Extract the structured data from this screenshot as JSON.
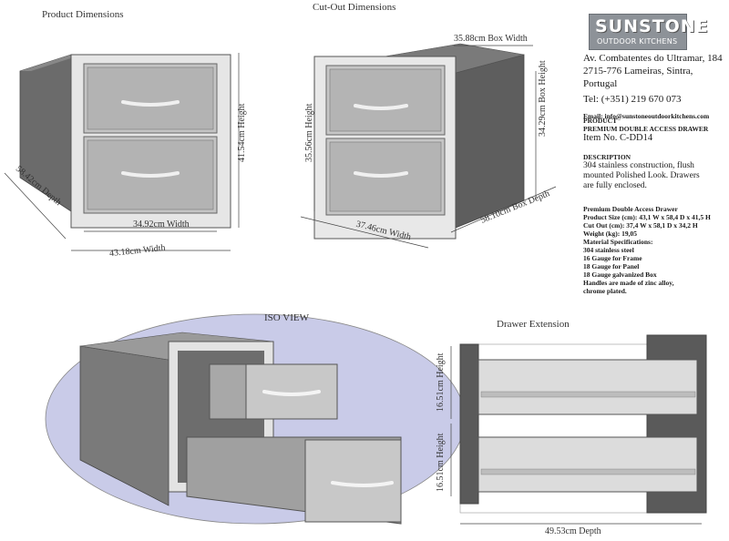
{
  "sections": {
    "product_dimensions": "Product Dimensions",
    "cutout_dimensions": "Cut-Out Dimensions",
    "iso_view": "ISO VIEW",
    "drawer_extension": "Drawer Extension"
  },
  "product_dims": {
    "height": "41.54cm Height",
    "depth": "58.42cm Depth",
    "inner_width": "34.92cm Width",
    "outer_width": "43.18cm Width"
  },
  "cutout_dims": {
    "box_width": "35.88cm Box Width",
    "height": "35.56cm Height",
    "box_height": "34.29cm Box Height",
    "width": "37.46cm Width",
    "box_depth": "58.10cm Box Depth"
  },
  "extension_dims": {
    "top_height": "16.51cm Height",
    "bottom_height": "16.51cm Height",
    "depth": "49.53cm Depth"
  },
  "brand": {
    "name": "SUNSTONE",
    "tagline": "OUTDOOR KITCHENS",
    "address_1": "Av. Combatentes do Ultramar, 184",
    "address_2": "2715-776 Lameiras, Sintra,",
    "address_3": "Portugal",
    "phone": "Tel: (+351) 219 670 073",
    "email": "Email: info@sunstoneoutdoorkitchens.com"
  },
  "product": {
    "label": "PRODUCT",
    "name": "PREMIUM DOUBLE ACCESS DRAWER",
    "item_no": "Item No. C-DD14"
  },
  "description": {
    "label": "DESCRIPTION",
    "text_1": "304 stainless construction, flush",
    "text_2": "mounted Polished Look. Drawers",
    "text_3": "are fully enclosed."
  },
  "specs": {
    "title": "Premium Double Access Drawer",
    "product_size": "Product Size (cm): 43,1 W x 58,4 D x 41,5 H",
    "cut_out": "Cut Out (cm): 37,4 W x 58,1 D x 34,2 H",
    "weight": "Weight (kg): 19,05",
    "material_label": "Material Specifications:",
    "m1": "304 stainless steel",
    "m2": "16 Gauge for Frame",
    "m3": "18 Gauge for Panel",
    "m4": "18 Gauge galvanized Box",
    "m5": "Handles are made of zinc alloy,",
    "m6": "chrome plated."
  }
}
